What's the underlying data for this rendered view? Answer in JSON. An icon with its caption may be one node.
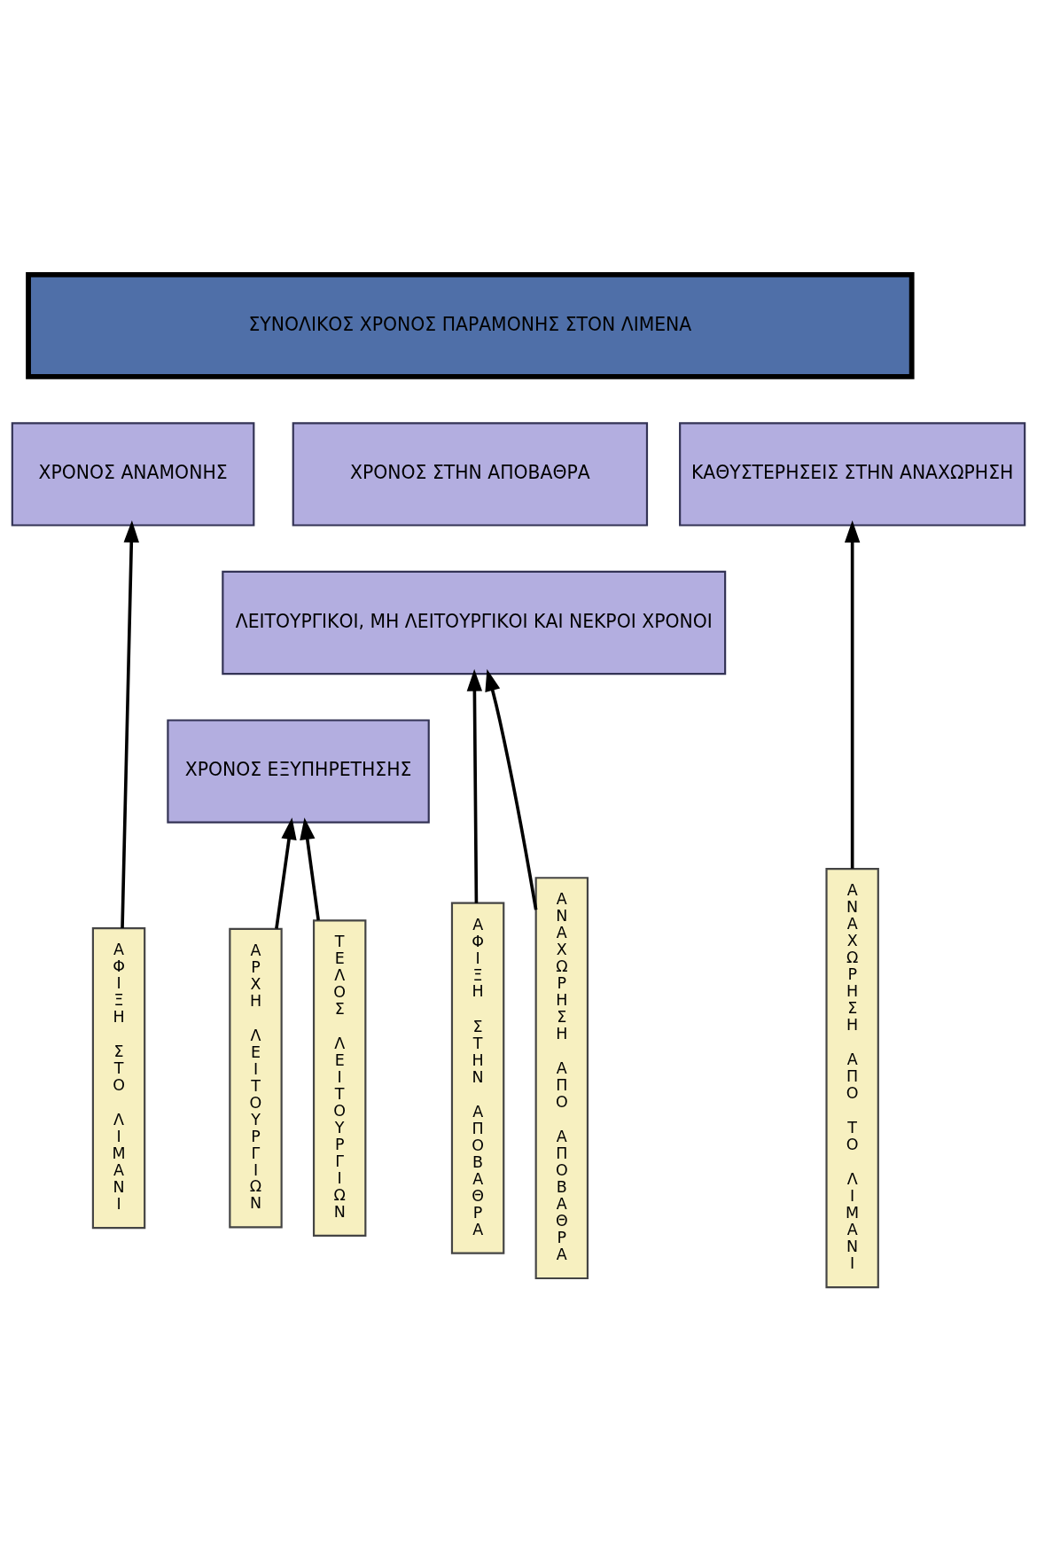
{
  "diagram": {
    "nodes": [
      {
        "text": [
          "ΣΥΝΟΛΙΚΟΣ ΧΡΟΝΟΣ ΠΑΡΑΜΟΝΗΣ ΣΤΟΝ ΛΙΜΕΝΑ"
        ]
      },
      {
        "text": [
          "ΧΡΟΝΟΣ ΑΝΑΜΟΝΗΣ"
        ]
      },
      {
        "text": [
          "ΧΡΟΝΟΣ ΣΤΗΝ ΑΠΟΒΑΘΡΑ"
        ]
      },
      {
        "text": [
          "ΚΑΘΥΣΤΕΡΗΣΕΙΣ ΣΤΗΝ ΑΝΑΧΩΡΗΣΗ"
        ]
      },
      {
        "text": [
          "ΛΕΙΤΟΥΡΓΙΚΟΙ, ΜΗ ΛΕΙΤΟΥΡΓΙΚΟΙ ΚΑΙ ΝΕΚΡΟΙ ΧΡΟΝΟΙ"
        ]
      },
      {
        "text": [
          "ΧΡΟΝΟΣ ΕΞΥΠΗΡΕΤΗΣΗΣ"
        ]
      },
      {
        "text": [
          "ΑΦΙΞΗ ΣΤΟ ΛΙΜΑΝΙ"
        ]
      },
      {
        "text": [
          "ΑΦΙΞΗ ΣΤΗΝ ΑΠΟΒΑΘΡΑ"
        ]
      },
      {
        "text": [
          "ΑΡΧΗ ΛΕΙΤΟΥΡΓΙΩΝ"
        ]
      },
      {
        "text": [
          "ΤΕΛΟΣ ΛΕΙΤΟΥΡΓΙΩΝ"
        ]
      },
      {
        "text": [
          "ΑΝΑΧΩΡΗΣΗ ΑΠΟ ΑΠΟΒΑΘΡΑ"
        ]
      },
      {
        "text": [
          "ΑΝΑΧΩΡΗΣΗ ΑΠΟ ΤΟ ΛΙΜΑΝΙ"
        ]
      }
    ],
    "edges": [
      {
        "from": 6,
        "to": 1,
        "arrow": "to"
      },
      {
        "from": 7,
        "to": 4,
        "arrow": "to"
      },
      {
        "from": 8,
        "to": 5,
        "arrow": "to"
      },
      {
        "from": 9,
        "to": 5,
        "arrow": "to"
      },
      {
        "from": 10,
        "to": 4,
        "arrow": "to"
      },
      {
        "from": 11,
        "to": 3,
        "arrow": "to"
      }
    ]
  }
}
